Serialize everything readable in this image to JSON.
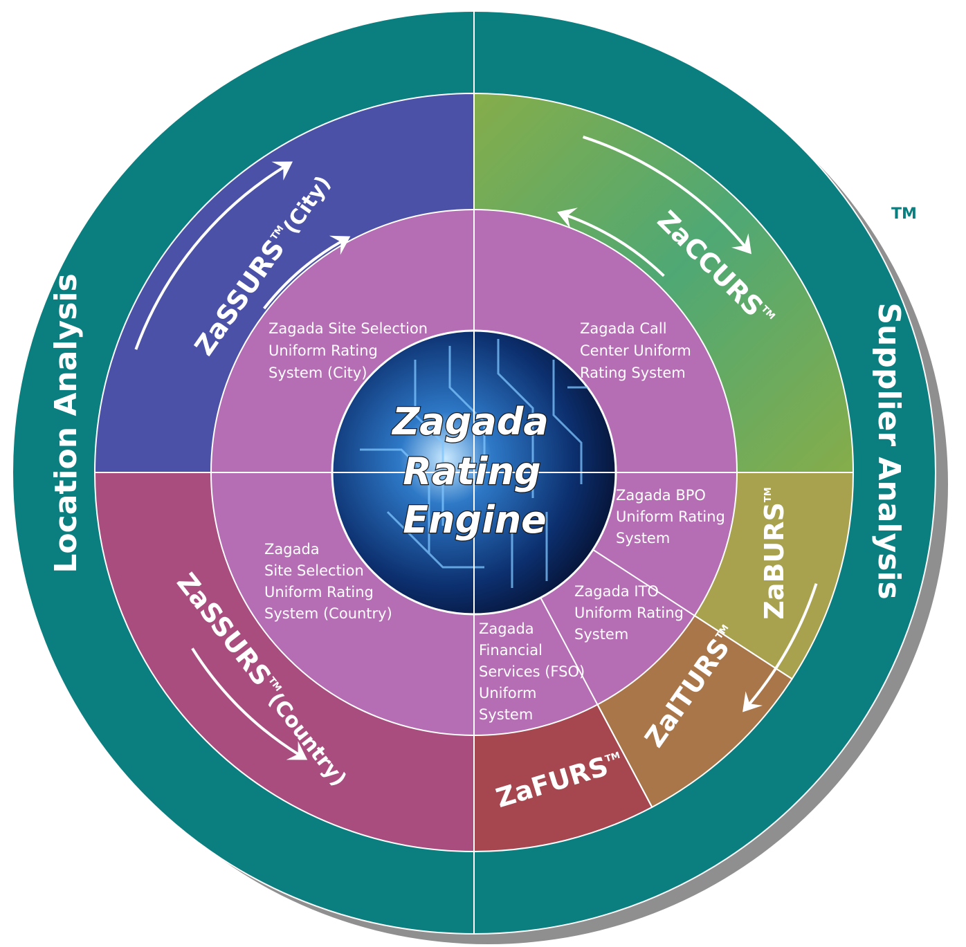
{
  "corner_mark": "TM",
  "outer_ring": {
    "left_label": "Location Analysis",
    "right_label": "Supplier Analysis"
  },
  "segments": {
    "city": {
      "name": "ZaSSURS",
      "tm": "TM",
      "suffix": "(City)",
      "color": "#4b51a7"
    },
    "call_center": {
      "name": "ZaCCURS",
      "tm": "TM",
      "color": "#5aa76a"
    },
    "bpo": {
      "name": "ZaBURS",
      "tm": "TM",
      "color": "#a8a24e"
    },
    "ito": {
      "name": "ZaITURS",
      "tm": "TM",
      "color": "#a9764a"
    },
    "fso": {
      "name": "ZaFURS",
      "tm": "TM",
      "color": "#a6464f"
    },
    "country": {
      "name": "ZaSSURS",
      "tm": "TM",
      "suffix": "(Country)",
      "color": "#a84d7e"
    }
  },
  "inner_ring": {
    "color": "#b56db4",
    "city": [
      "Zagada Site Selection",
      "Uniform Rating",
      "System (City)"
    ],
    "call_center": [
      "Zagada Call",
      "Center Uniform",
      "Rating System"
    ],
    "bpo": [
      "Zagada BPO",
      "Uniform Rating",
      "System"
    ],
    "ito": [
      "Zagada ITO",
      "Uniform Rating",
      "System"
    ],
    "fso": [
      "Zagada",
      "Financial",
      "Services (FSO)",
      "Uniform",
      "System"
    ],
    "country": [
      "Zagada",
      "Site Selection",
      "Uniform Rating",
      "System (Country)"
    ]
  },
  "core": {
    "lines": [
      "Zagada",
      "Rating",
      "Engine"
    ]
  },
  "colors": {
    "outer_ring": "#0b7f7f",
    "shadow": "#8f8f8f",
    "core": "#0b2d6b"
  }
}
